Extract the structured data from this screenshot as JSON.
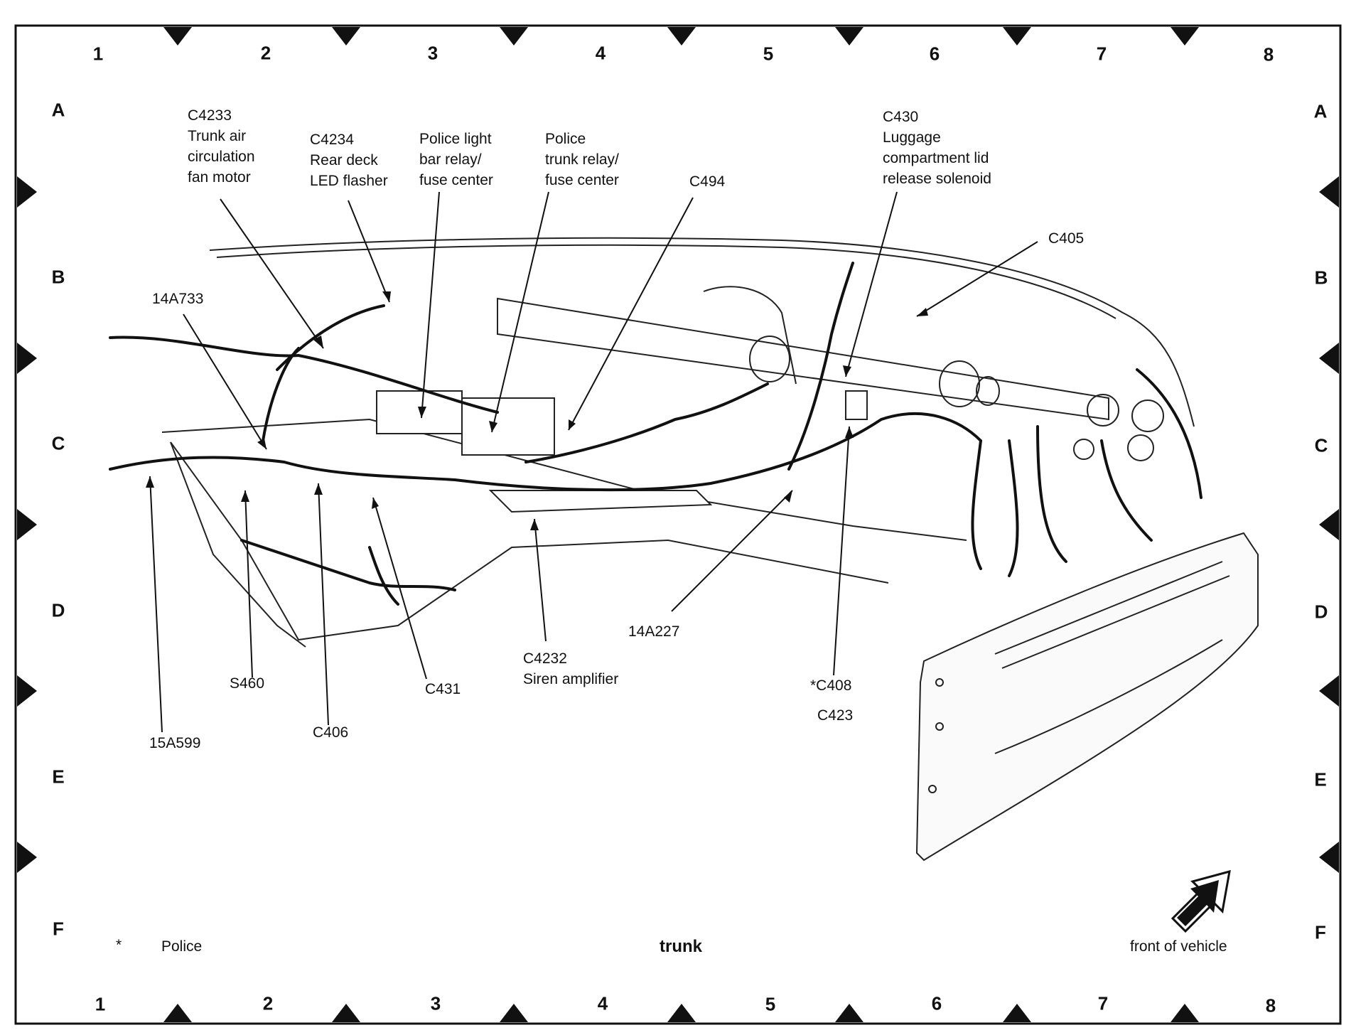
{
  "title": "trunk",
  "legend": {
    "marker": "*",
    "text": "Police"
  },
  "orientation_label": "front of vehicle",
  "grid": {
    "columns": [
      "1",
      "2",
      "3",
      "4",
      "5",
      "6",
      "7",
      "8"
    ],
    "rows": [
      "A",
      "B",
      "C",
      "D",
      "E",
      "F"
    ]
  },
  "callouts": {
    "c4233": "C4233\nTrunk air\ncirculation\nfan motor",
    "c4234": "C4234\nRear deck\nLED flasher",
    "police_light": "Police light\nbar relay/\nfuse center",
    "police_trunk": "Police\ntrunk relay/\nfuse center",
    "c494": "C494",
    "c430": "C430\nLuggage\ncompartment lid\nrelease solenoid",
    "c405": "C405",
    "a14a733": "14A733",
    "s460": "S460",
    "c406": "C406",
    "c431": "C431",
    "c4232": "C4232\nSiren amplifier",
    "a14a227": "14A227",
    "c408": "*C408",
    "c423": "C423",
    "a15a599": "15A599"
  }
}
